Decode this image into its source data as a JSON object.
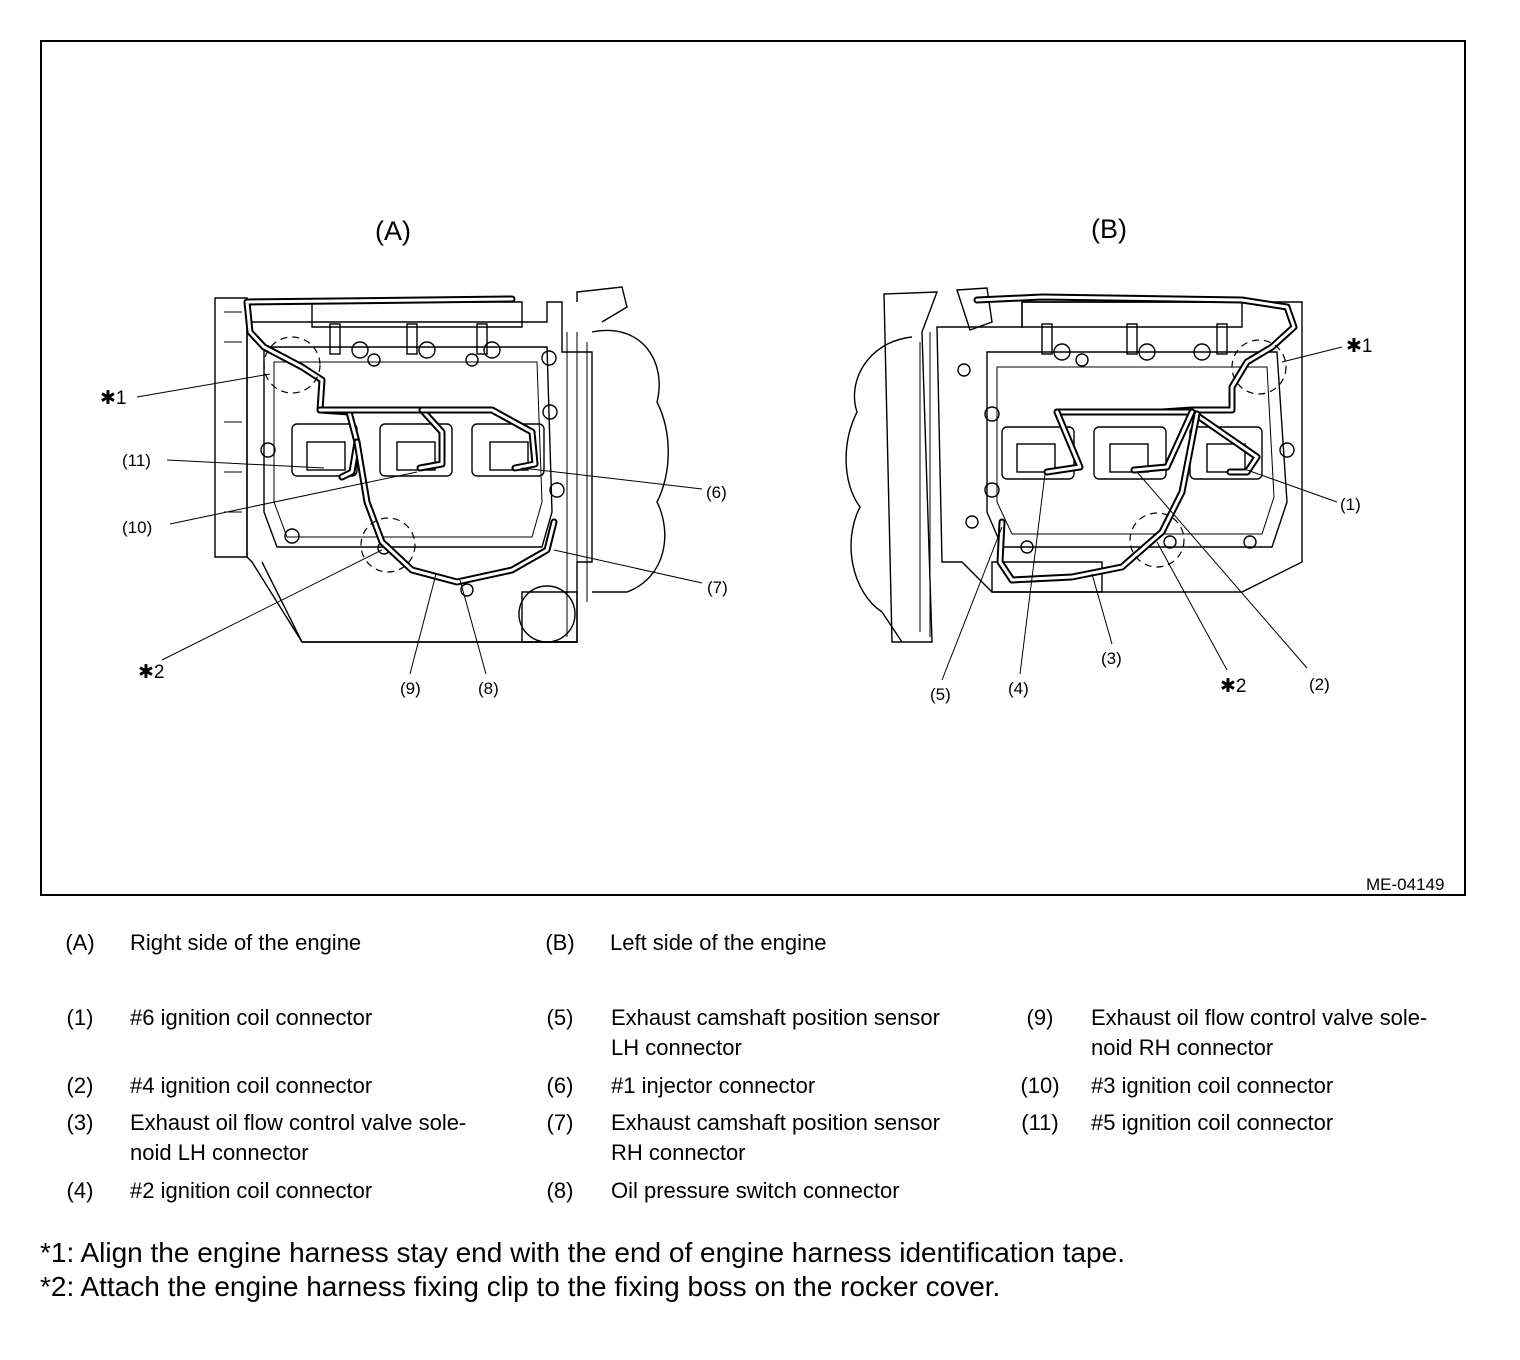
{
  "figure": {
    "view_a": "(A)",
    "view_b": "(B)",
    "code": "ME-04149",
    "callouts_a": {
      "star1": "✱1",
      "c11": "(11)",
      "c10": "(10)",
      "c6": "(6)",
      "c7": "(7)",
      "star2": "✱2",
      "c9": "(9)",
      "c8": "(8)"
    },
    "callouts_b": {
      "star1": "✱1",
      "c1": "(1)",
      "c3": "(3)",
      "c5": "(5)",
      "c4": "(4)",
      "star2": "✱2",
      "c2": "(2)"
    }
  },
  "legend": {
    "a": {
      "num": "(A)",
      "text": "Right side of the engine"
    },
    "b": {
      "num": "(B)",
      "text": "Left side of the engine"
    },
    "i1": {
      "num": "(1)",
      "line1": "#6 ignition coil connector",
      "line2": ""
    },
    "i2": {
      "num": "(2)",
      "line1": "#4 ignition coil connector",
      "line2": ""
    },
    "i3": {
      "num": "(3)",
      "line1": "Exhaust oil flow control valve sole-",
      "line2": "noid LH connector"
    },
    "i4": {
      "num": "(4)",
      "line1": "#2 ignition coil connector",
      "line2": ""
    },
    "i5": {
      "num": "(5)",
      "line1": "Exhaust camshaft position sensor",
      "line2": "LH connector"
    },
    "i6": {
      "num": "(6)",
      "line1": "#1 injector connector",
      "line2": ""
    },
    "i7": {
      "num": "(7)",
      "line1": "Exhaust camshaft position sensor",
      "line2": "RH connector"
    },
    "i8": {
      "num": "(8)",
      "line1": "Oil pressure switch connector",
      "line2": ""
    },
    "i9": {
      "num": "(9)",
      "line1": "Exhaust oil flow control valve sole-",
      "line2": "noid RH connector"
    },
    "i10": {
      "num": "(10)",
      "line1": "#3 ignition coil connector",
      "line2": ""
    },
    "i11": {
      "num": "(11)",
      "line1": "#5 ignition coil connector",
      "line2": ""
    }
  },
  "notes": {
    "n1": "*1: Align the engine harness stay end with the end of engine harness identification tape.",
    "n2": "*2: Attach the engine harness fixing clip to the fixing boss on the rocker cover."
  }
}
